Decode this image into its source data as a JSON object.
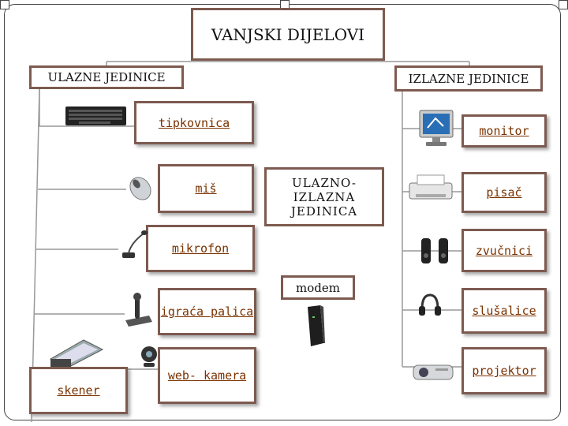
{
  "root": {
    "label": "VANJSKI DIJELOVI"
  },
  "input": {
    "header": "ULAZNE JEDINICE",
    "items": [
      "tipkovnica",
      "miš",
      "mikrofon",
      "igraća palica",
      "web- kamera",
      "skener"
    ]
  },
  "output": {
    "header": "IZLAZNE JEDINICE",
    "items": [
      "monitor",
      "pisač",
      "zvučnici",
      "slušalice",
      "projektor"
    ]
  },
  "io": {
    "header": "ULAZNO-\nIZLAZNA\nJEDINICA",
    "items": [
      "modem"
    ]
  },
  "icons": {
    "input": [
      "keyboard-icon",
      "mouse-icon",
      "microphone-icon",
      "joystick-icon",
      "webcam-icon",
      "scanner-icon"
    ],
    "output": [
      "monitor-icon",
      "printer-icon",
      "speakers-icon",
      "headphones-icon",
      "projector-icon"
    ],
    "io": [
      "modem-icon"
    ]
  },
  "colors": {
    "box_border": "#7d5a50",
    "item_text": "#7a3200",
    "line": "#999999"
  }
}
